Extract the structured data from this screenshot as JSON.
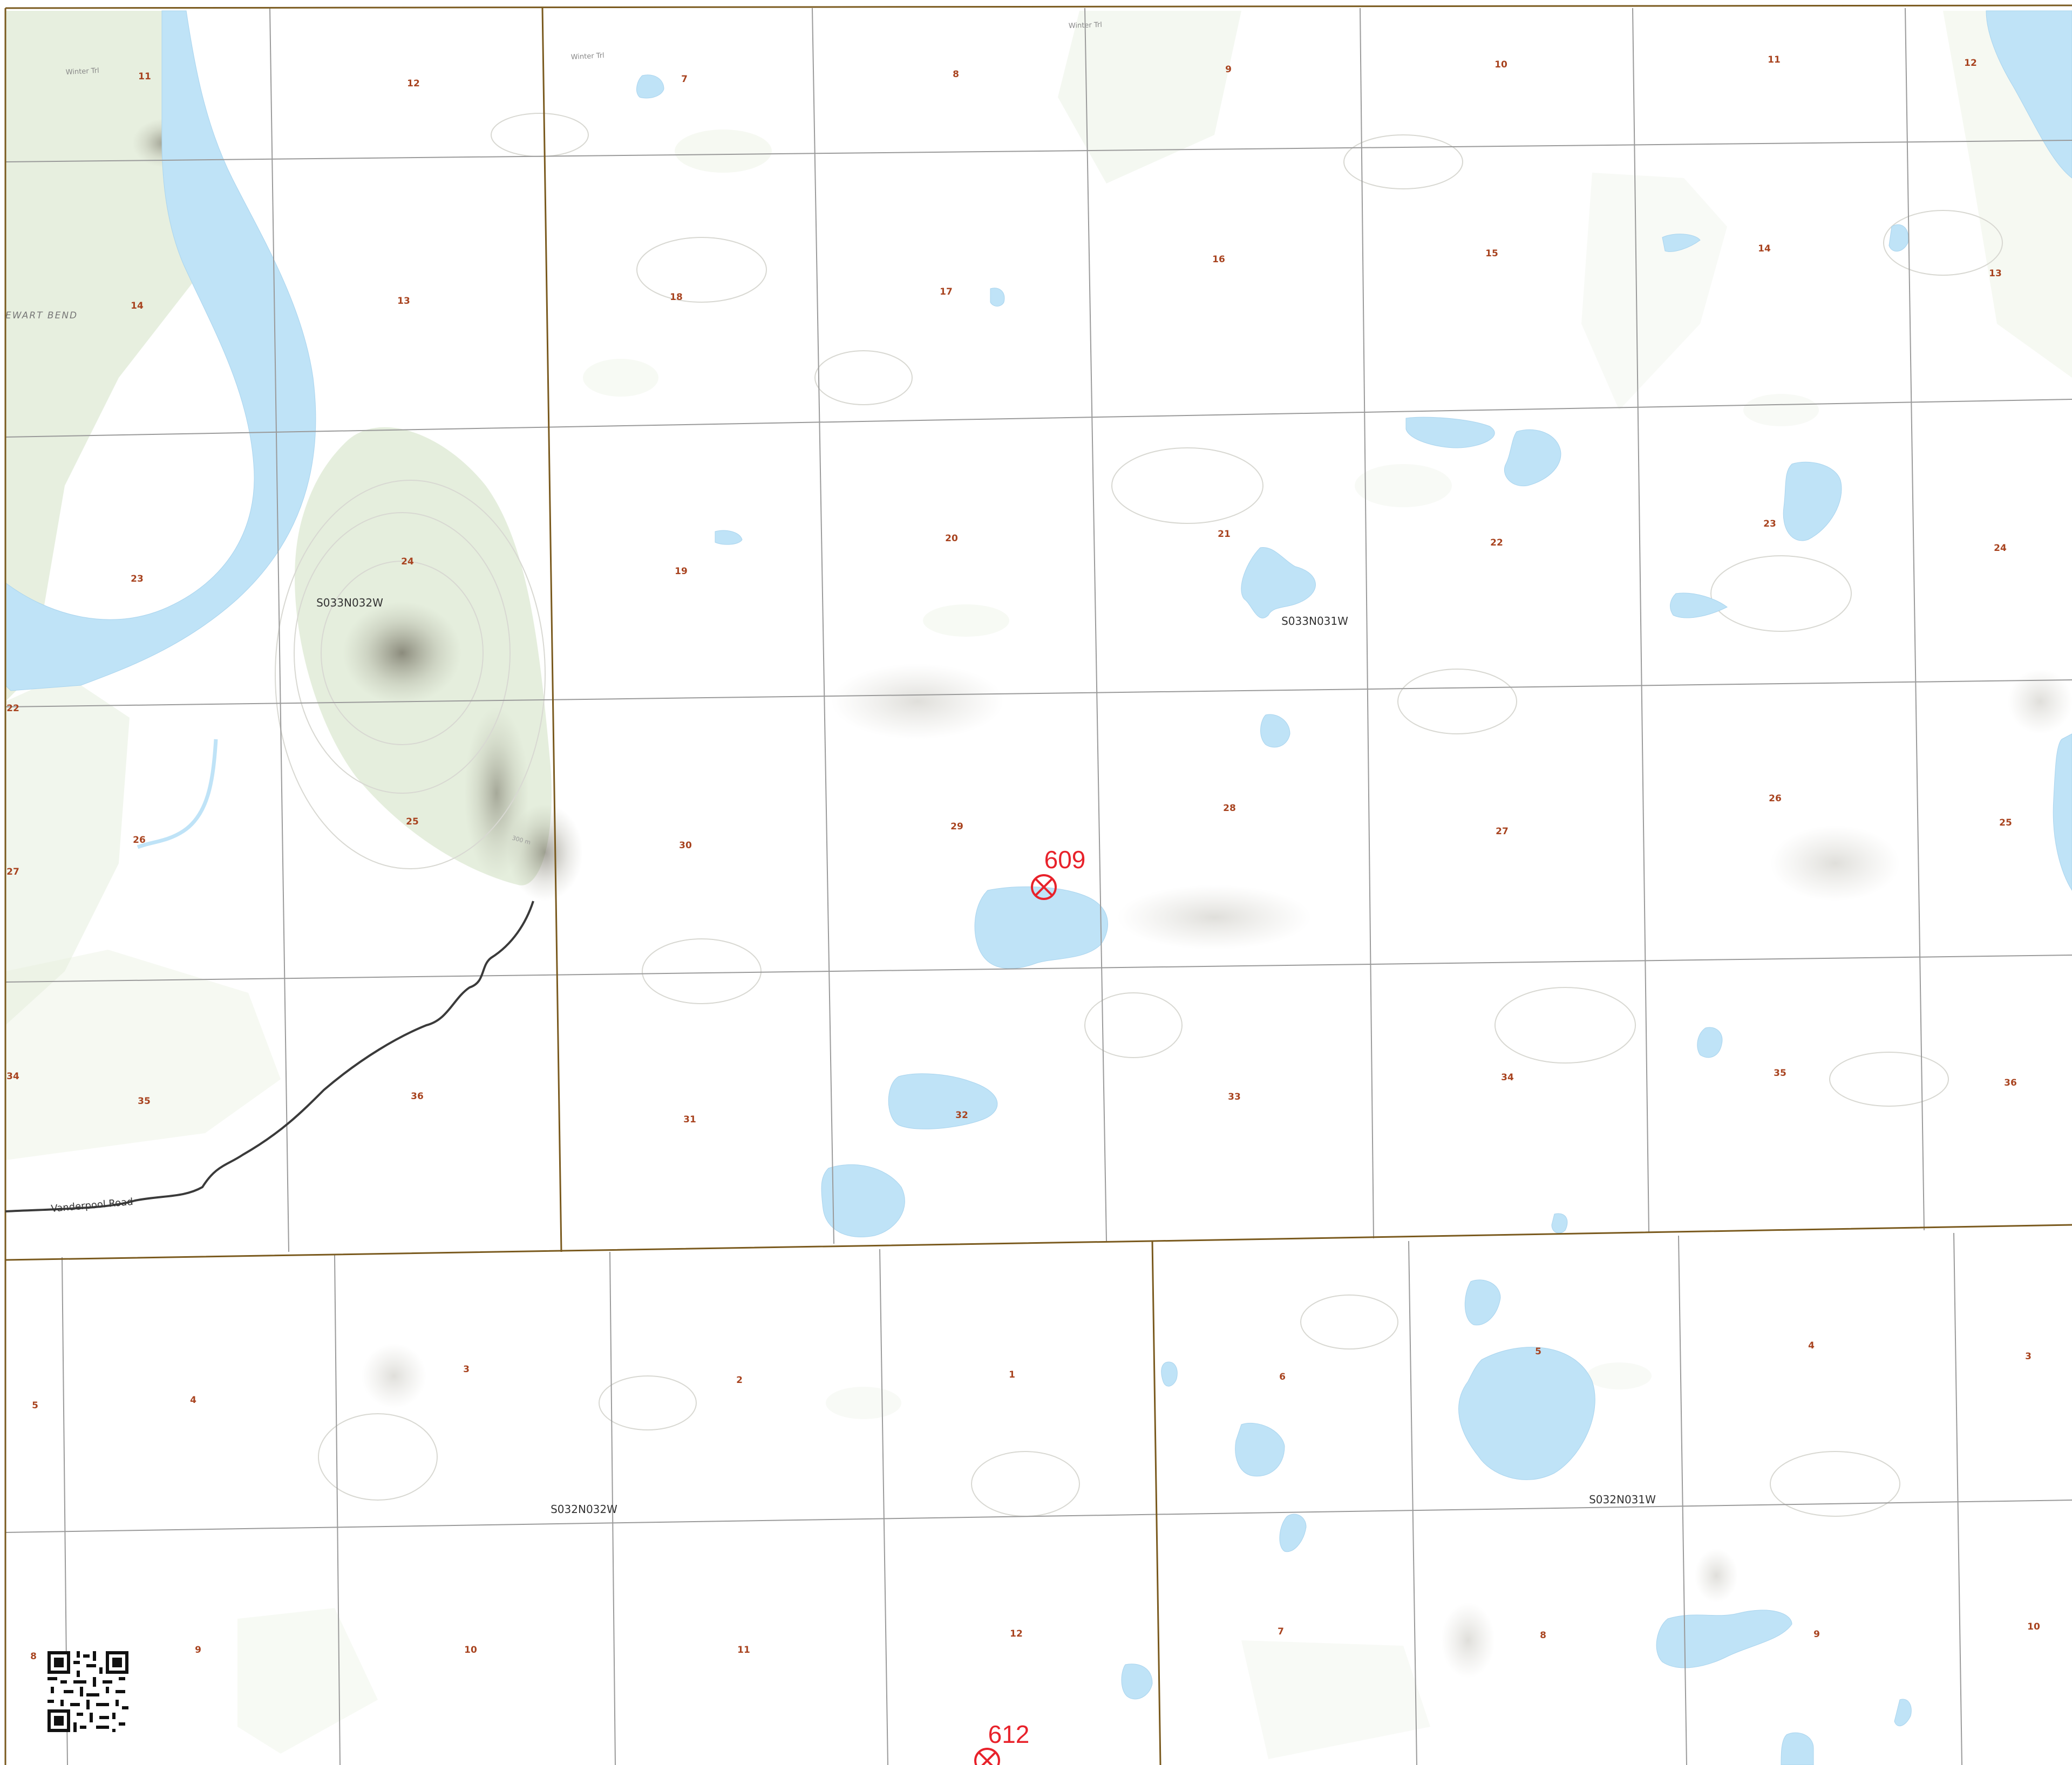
{
  "map": {
    "colors": {
      "background": "#ffffff",
      "water": "#bfe3f7",
      "vegetation": "#e4eddb",
      "section_line": "#9a9a9a",
      "township_line": "#7a5a1e",
      "section_number": "#a8431f",
      "marker": "#e8222b",
      "road": "#3a3a3a"
    },
    "townships": [
      {
        "name": "S033N032W"
      },
      {
        "name": "S033N031W"
      },
      {
        "name": "S032N032W"
      },
      {
        "name": "S032N031W"
      }
    ],
    "section_numbers": [
      "11",
      "12",
      "7",
      "8",
      "9",
      "10",
      "11",
      "12",
      "14",
      "13",
      "18",
      "17",
      "16",
      "15",
      "14",
      "13",
      "23",
      "24",
      "19",
      "20",
      "21",
      "22",
      "23",
      "24",
      "22",
      "26",
      "27",
      "25",
      "30",
      "29",
      "28",
      "27",
      "26",
      "25",
      "34",
      "35",
      "36",
      "31",
      "32",
      "33",
      "34",
      "35",
      "36",
      "5",
      "4",
      "3",
      "2",
      "1",
      "6",
      "5",
      "4",
      "3",
      "8",
      "9",
      "10",
      "11",
      "12",
      "7",
      "8",
      "9",
      "10"
    ],
    "trail_labels": [
      "Winter Trl",
      "Winter Trl",
      "Winter Trl"
    ],
    "place_labels": [
      "EWART BEND"
    ],
    "road_labels": [
      "Vanderpool Road"
    ],
    "contour_labels": [
      "300 m"
    ],
    "markers": [
      {
        "label": "609",
        "icon": "well-marker-icon"
      },
      {
        "label": "612",
        "icon": "well-marker-icon"
      }
    ],
    "qr_code_icon": "qr-code-icon"
  }
}
